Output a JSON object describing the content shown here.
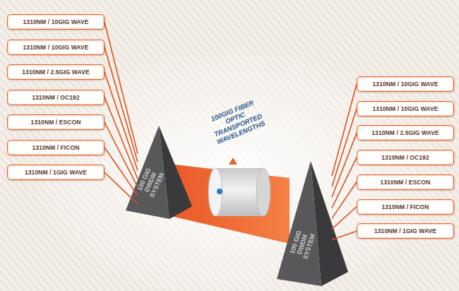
{
  "diagram": {
    "nodes": [
      {
        "text": [
          "1310NM / 10GIG WAVE"
        ]
      },
      {
        "text": [
          "1310NM / 10GIG WAVE"
        ]
      },
      {
        "text": [
          "1310NM / 2.5GIG WAVE"
        ]
      },
      {
        "text": [
          "1310NM / OC192"
        ]
      },
      {
        "text": [
          "1310NM / ESCON"
        ]
      },
      {
        "text": [
          "1310NM / FICON"
        ]
      },
      {
        "text": [
          "1310NM / 1GIG WAVE"
        ]
      },
      {
        "text": [
          "100 GIG DWDM SYSTEM"
        ]
      },
      {
        "text": [
          "100 GIG DWDM SYSTEM"
        ]
      },
      {
        "text": [
          "1310NM / 10GIG WAVE"
        ]
      },
      {
        "text": [
          "1310NM / 10GIG WAVE"
        ]
      },
      {
        "text": [
          "1310NM / 2.5GIG WAVE"
        ]
      },
      {
        "text": [
          "1310NM / OC192"
        ]
      },
      {
        "text": [
          "1310NM / ESCON"
        ]
      },
      {
        "text": [
          "1310NM / FICON"
        ]
      },
      {
        "text": [
          "1310NM / 1GIG WAVE"
        ]
      }
    ],
    "edges": [
      {
        "from": 0,
        "to": 7,
        "arrow": "none"
      },
      {
        "from": 1,
        "to": 7,
        "arrow": "none"
      },
      {
        "from": 2,
        "to": 7,
        "arrow": "none"
      },
      {
        "from": 3,
        "to": 7,
        "arrow": "none"
      },
      {
        "from": 4,
        "to": 7,
        "arrow": "none"
      },
      {
        "from": 5,
        "to": 7,
        "arrow": "none"
      },
      {
        "from": 6,
        "to": 7,
        "arrow": "none"
      },
      {
        "from": 8,
        "to": 9,
        "arrow": "none"
      },
      {
        "from": 8,
        "to": 10,
        "arrow": "none"
      },
      {
        "from": 8,
        "to": 11,
        "arrow": "none"
      },
      {
        "from": 8,
        "to": 12,
        "arrow": "none"
      },
      {
        "from": 8,
        "to": 13,
        "arrow": "none"
      },
      {
        "from": 8,
        "to": 14,
        "arrow": "none"
      },
      {
        "from": 8,
        "to": 15,
        "arrow": "none"
      }
    ],
    "labels": [
      "100GIG FIBER OPTIC TRANSPORTED WAVELENGTHS"
    ]
  }
}
